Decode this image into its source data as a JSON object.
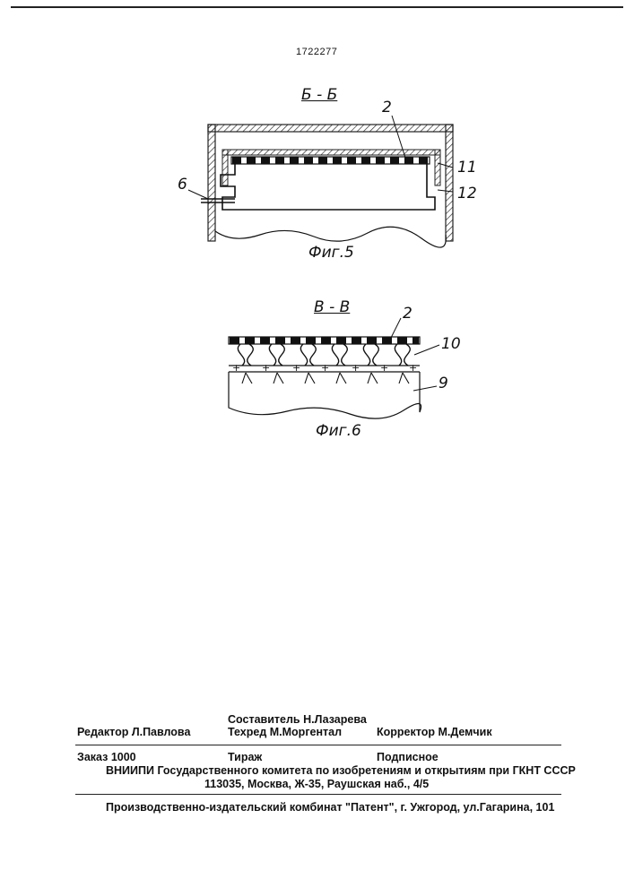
{
  "header": {
    "patent_number": "1722277"
  },
  "figure5": {
    "section_label": "Б - Б",
    "caption": "Фиг.5",
    "callouts": {
      "c2": "2",
      "c11": "11",
      "c12": "12",
      "c6": "6"
    }
  },
  "figure6": {
    "section_label": "В - В",
    "caption": "Фиг.6",
    "callouts": {
      "c2": "2",
      "c10": "10",
      "c9": "9"
    }
  },
  "colophon": {
    "compiler": "Составитель  Н.Лазарева",
    "editor": "Редактор  Л.Павлова",
    "techred": "Техред  М.Моргентал",
    "corrector": "Корректор  М.Демчик",
    "order": "Заказ  1000",
    "circulation": "Тираж",
    "subscription": "Подписное",
    "org": "ВНИИПИ Государственного комитета по изобретениям и открытиям при ГКНТ СССР",
    "address": "113035, Москва, Ж-35, Раушская наб., 4/5",
    "printer": "Производственно-издательский комбинат \"Патент\", г. Ужгород, ул.Гагарина, 101"
  }
}
